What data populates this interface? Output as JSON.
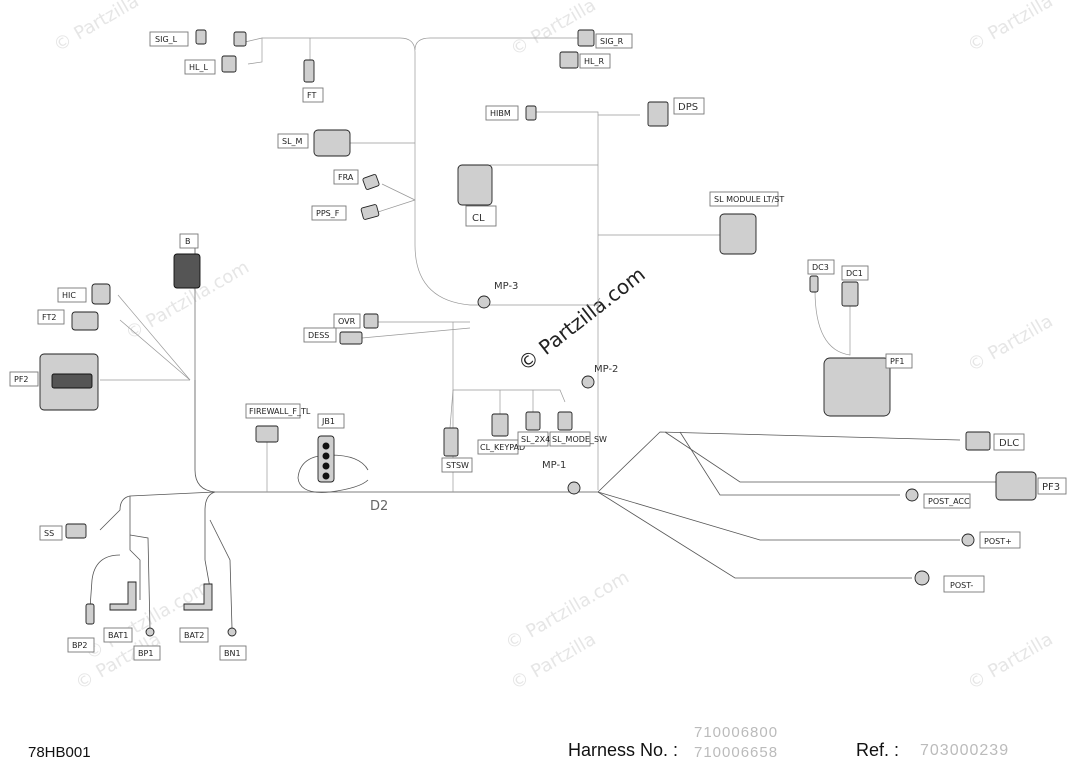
{
  "watermarks": {
    "corner": "© Partzilla",
    "center": "© Partzilla.com",
    "diagonal": "© Partzilla.com"
  },
  "labels": {
    "sig_l": "SIG_L",
    "hl_l": "HL_L",
    "ft": "FT",
    "sig_r": "SIG_R",
    "hl_r": "HL_R",
    "hibm": "HIBM",
    "dps": "DPS",
    "sl_m": "SL_M",
    "fra": "FRA",
    "pps_f": "PPS_F",
    "cl": "CL",
    "sl_module": "SL MODULE LT/ST",
    "b": "B",
    "mp3": "MP-3",
    "hic": "HIC",
    "ft2": "FT2",
    "pf2": "PF2",
    "ovr": "OVR",
    "dess": "DESS",
    "dc3": "DC3",
    "dc1": "DC1",
    "pf1": "PF1",
    "mp2": "MP-2",
    "firewall": "FIREWALL_F_TL",
    "jb1": "JB1",
    "stsw": "STSW",
    "cl_keypad": "CL_KEYPAD",
    "sl_2x4": "SL_2X4",
    "sl_mode_sw": "SL_MODE_SW",
    "dlc": "DLC",
    "mp1": "MP-1",
    "pf3": "PF3",
    "post_acc": "POST_ACC",
    "d2": "D2",
    "ss": "SS",
    "post_plus": "POST+",
    "post_minus": "POST-",
    "bp2": "BP2",
    "bat1": "BAT1",
    "bp1": "BP1",
    "bat2": "BAT2",
    "bn1": "BN1"
  },
  "footer": {
    "figure_code": "78HB001",
    "harness_label": "Harness No. :",
    "harness_numbers": [
      "710006800",
      "710006658"
    ],
    "ref_label": "Ref. :",
    "ref_value": "703000239"
  }
}
